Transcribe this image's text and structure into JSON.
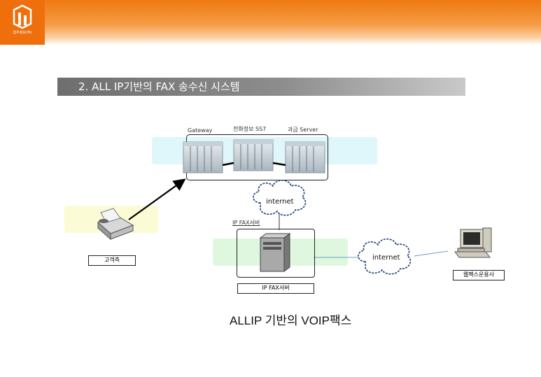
{
  "logo": {
    "caption": "협우정보(주)"
  },
  "section": {
    "title": "2. ALL IP기반의  FAX 송수신 시스템"
  },
  "servers": [
    {
      "label": "Gateway"
    },
    {
      "label": "전화정보 SS7"
    },
    {
      "label": "과금 Server"
    }
  ],
  "clouds": {
    "top": "internet",
    "bottom": "internet"
  },
  "fax_server": {
    "top_label": "IP FAX서버",
    "box_label": "IP FAX서버"
  },
  "customer": {
    "label": "고객측"
  },
  "operator": {
    "label": "웹팩스운용사"
  },
  "caption": "ALLIP 기반의 VOIP팩스",
  "colors": {
    "header": "#ee7a10",
    "cyan_band": "#dff7fa",
    "yellow_band": "#fbfbd6",
    "green_band": "#dff7df"
  }
}
